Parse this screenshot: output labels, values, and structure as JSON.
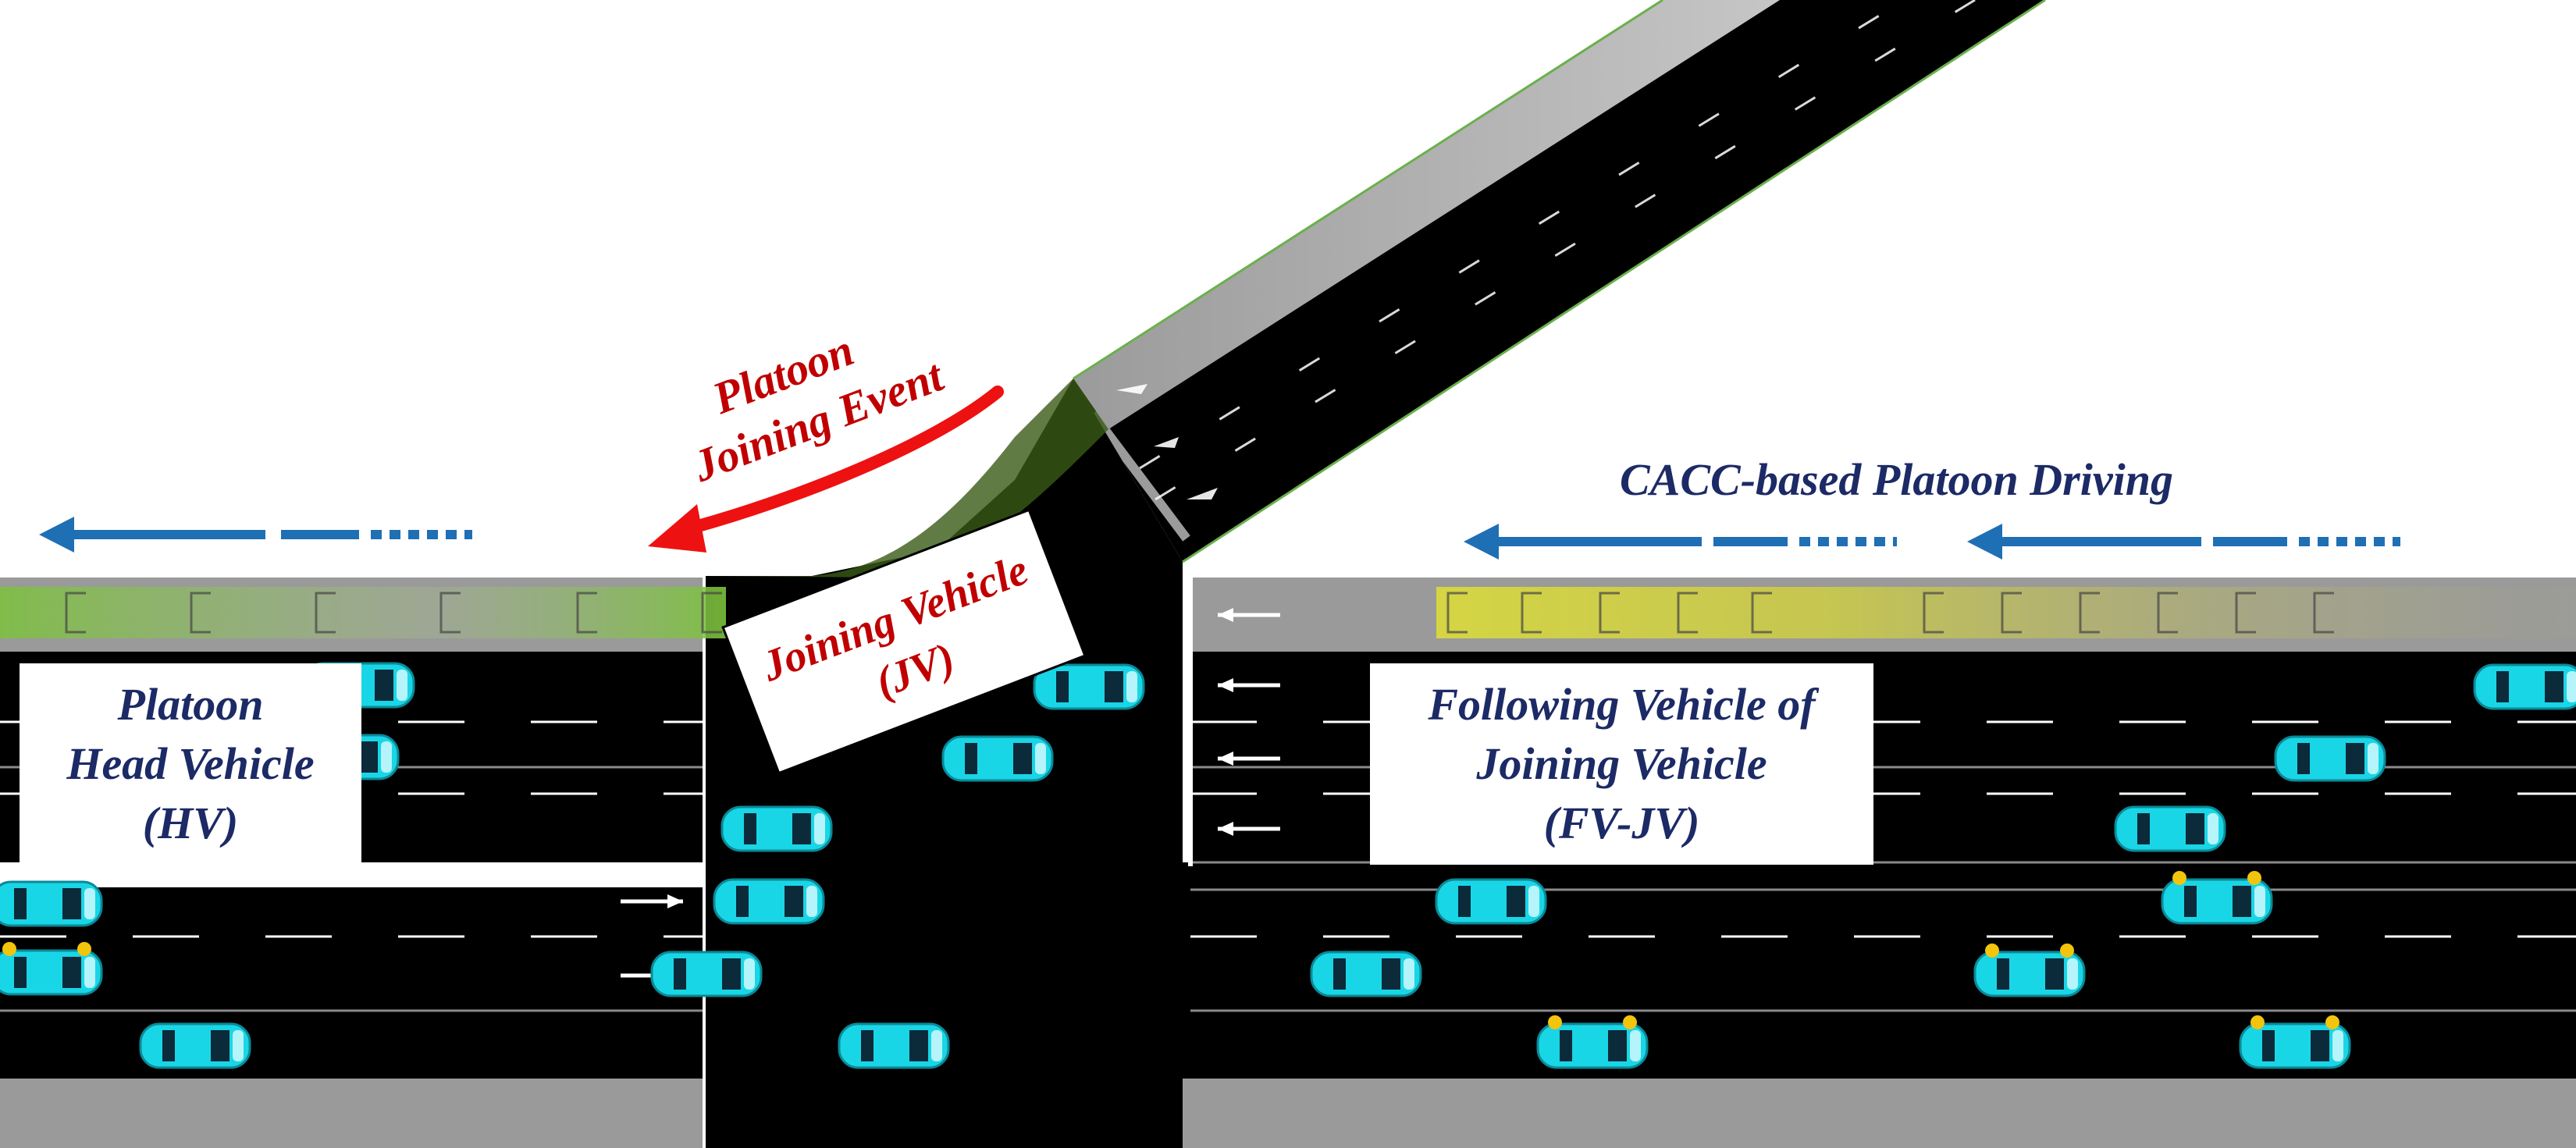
{
  "labels": {
    "cacc_title": "CACC-based Platoon Driving",
    "event_line1": "Platoon",
    "event_line2": "Joining Event",
    "hv_line1": "Platoon",
    "hv_line2": "Head Vehicle",
    "hv_line3": "(HV)",
    "jv_line1": "Joining Vehicle",
    "jv_line2": "(JV)",
    "fv_line1": "Following Vehicle of",
    "fv_line2": "Joining Vehicle",
    "fv_line3": "(FV-JV)"
  },
  "colors": {
    "road": "#000000",
    "shoulder": "#9a9a9a",
    "car": "#19d6e6",
    "platoon_green": "#7cc23c",
    "platoon_yellow": "#d8d840",
    "arrow_blue": "#1f6fb5",
    "event_red": "#ee1111",
    "text_blue": "#1c2a66",
    "text_red": "#c00000"
  }
}
